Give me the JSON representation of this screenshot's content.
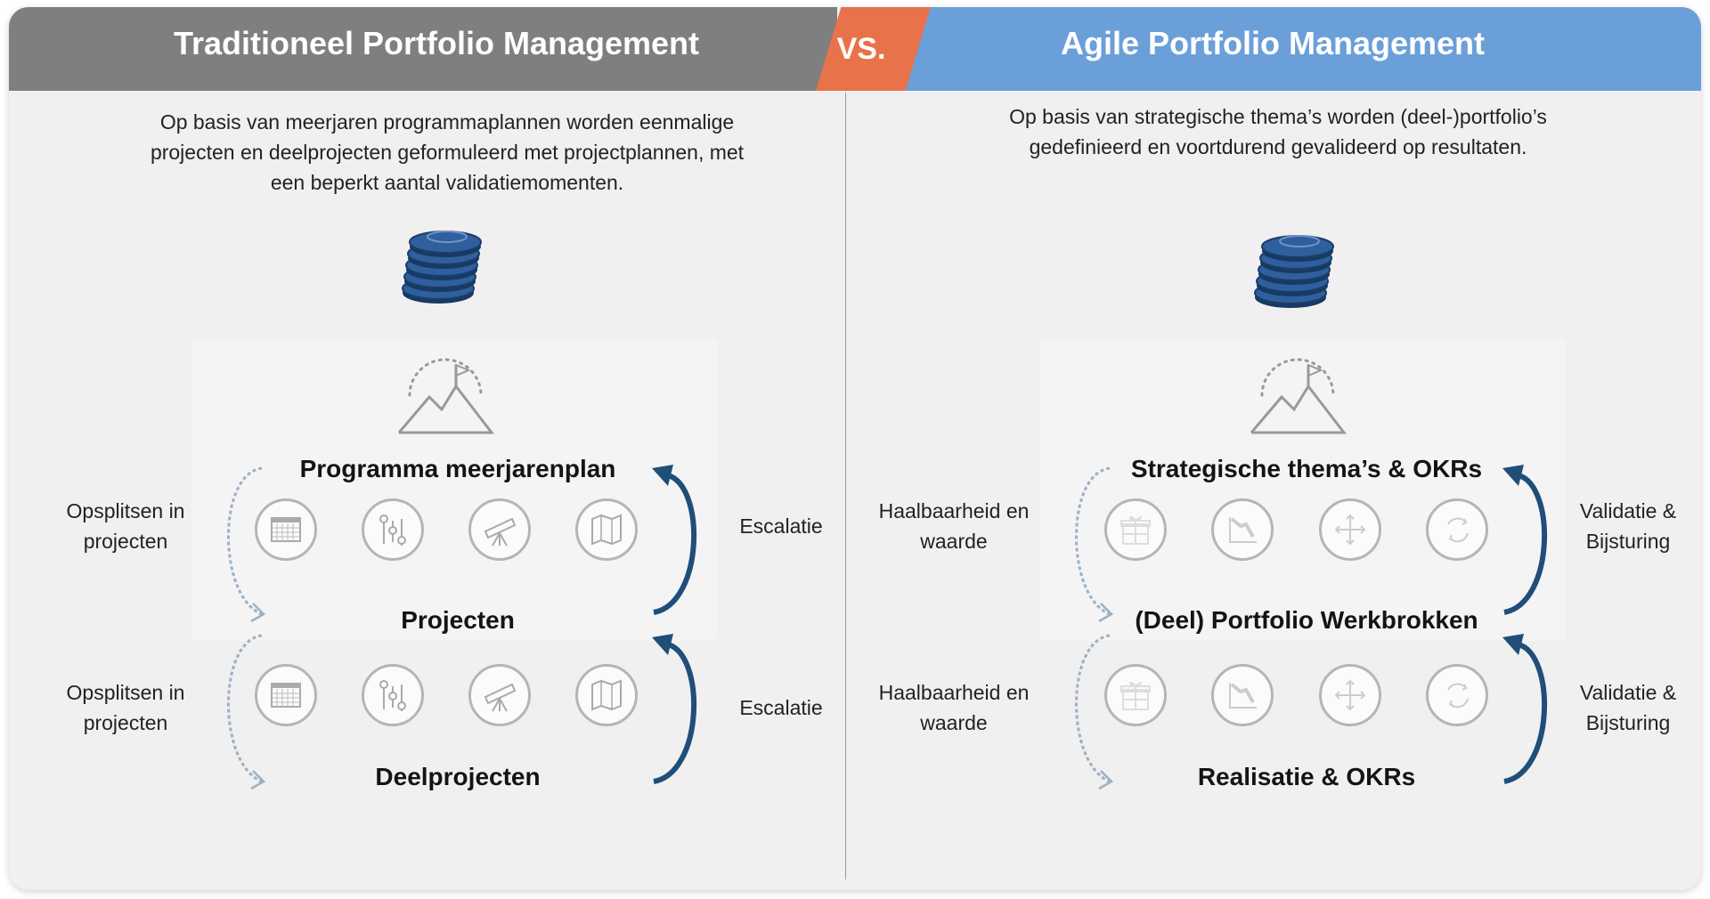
{
  "header": {
    "left_title": "Traditioneel Portfolio Management",
    "vs_label": "VS.",
    "right_title": "Agile Portfolio Management",
    "colors": {
      "left": "#7f7f7f",
      "vs": "#e8734a",
      "right": "#6b9fd9",
      "arrow": "#1f4e79"
    }
  },
  "traditional": {
    "description": [
      "Op basis van meerjaren programmaplannen worden eenmalige",
      "projecten en deelprojecten geformuleerd met projectplannen, met",
      "een beperkt aantal validatiemomenten."
    ],
    "levels": [
      "Programma meerjarenplan",
      "Projecten",
      "Deelprojecten"
    ],
    "left_labels": [
      [
        "Opsplitsen in",
        "projecten"
      ],
      [
        "Opsplitsen in",
        "projecten"
      ]
    ],
    "right_labels": [
      "Escalatie",
      "Escalatie"
    ],
    "icons": [
      "calendar-icon",
      "sliders-icon",
      "telescope-icon",
      "map-icon"
    ]
  },
  "agile": {
    "description": [
      "Op basis van strategische thema’s worden (deel-)portfolio’s",
      "gedefinieerd en voortdurend gevalideerd op resultaten."
    ],
    "levels": [
      "Strategische thema’s & OKRs",
      "(Deel) Portfolio Werkbrokken",
      "Realisatie & OKRs"
    ],
    "left_labels": [
      [
        "Haalbaarheid en",
        "waarde"
      ],
      [
        "Haalbaarheid en",
        "waarde"
      ]
    ],
    "right_labels": [
      [
        "Validatie &",
        "Bijsturing"
      ],
      [
        "Validatie &",
        "Bijsturing"
      ]
    ],
    "icons": [
      "gift-icon",
      "chart-down-icon",
      "arrows-out-icon",
      "cycle-icon"
    ]
  }
}
